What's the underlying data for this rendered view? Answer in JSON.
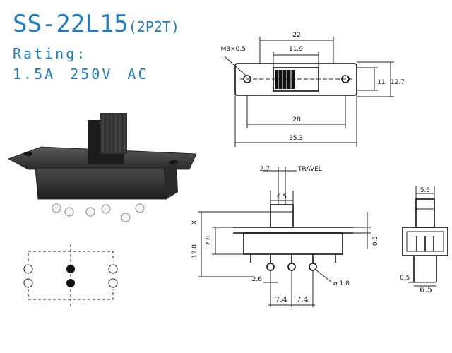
{
  "header": {
    "model": "SS-22L15",
    "config": "(2P2T)",
    "rating_label": "Rating:",
    "rating_value": "1.5A 250V AC"
  },
  "top_view": {
    "screw_label": "M3×0.5",
    "dim_22": "22",
    "dim_11_9": "11.9",
    "dim_11": "11",
    "dim_12_7": "12.7",
    "dim_28": "28",
    "dim_35_3": "35.3"
  },
  "side_view": {
    "dim_2_7": "2.7",
    "travel_label": "TRAVEL",
    "dim_6_5": "6.5",
    "dim_x": "X",
    "dim_12_8": "12.8",
    "dim_7_8": "7.8",
    "dim_0_5": "0.5",
    "dim_2_6": "2.6",
    "dim_dia": "ø 1.8",
    "dim_7_4_a": "7.4",
    "dim_7_4_b": "7.4"
  },
  "end_view": {
    "dim_5_5": "5.5",
    "dim_0_5": "0.5",
    "dim_6_5": "6.5"
  },
  "colors": {
    "title": "#1e7ec4",
    "line": "#222222",
    "body": "#3a3a3a"
  }
}
